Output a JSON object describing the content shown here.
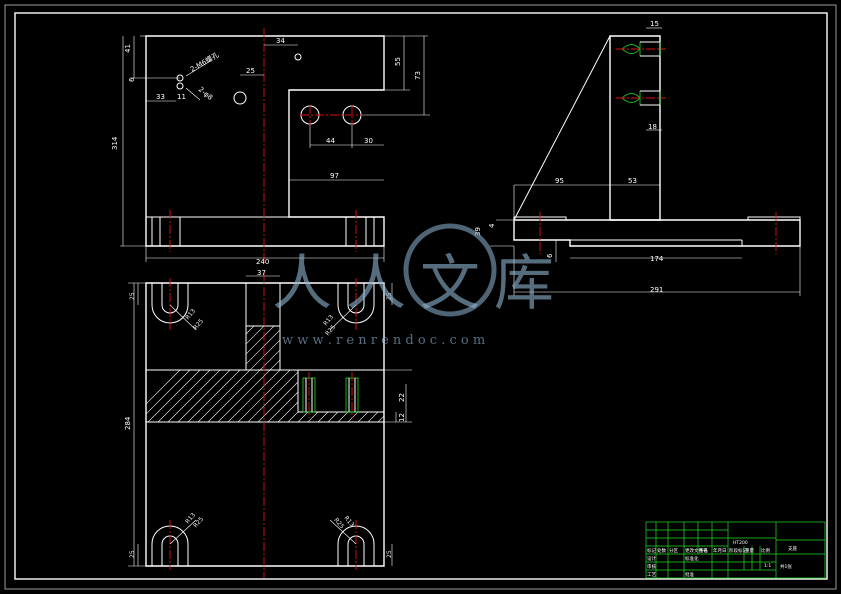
{
  "drawing": {
    "front_view": {
      "dims": [
        "41",
        "6",
        "33",
        "11",
        "2-M6螺孔",
        "2-φ8",
        "34",
        "25",
        "55",
        "73",
        "44",
        "30",
        "97",
        "314",
        "240"
      ]
    },
    "side_view": {
      "dims": [
        "15",
        "18",
        "95",
        "53",
        "4",
        "39",
        "6",
        "174",
        "291"
      ]
    },
    "bottom_view": {
      "dims": [
        "37",
        "25",
        "R13",
        "R25",
        "R25",
        "R13",
        "25",
        "284",
        "22",
        "12",
        "R13",
        "R25",
        "R25",
        "R13",
        "25",
        "25"
      ]
    },
    "title_block": {
      "part_name": "支座",
      "material": "HT200",
      "scale": "1:1",
      "sheet": "共1张",
      "cells": [
        "标记",
        "处数",
        "分区",
        "更改文件号",
        "签名",
        "年月日",
        "设计",
        "标准化",
        "审核",
        "工艺",
        "批准",
        "阶段标记",
        "重量",
        "比例"
      ]
    },
    "watermark": {
      "text": "人人文库",
      "url": "w w w . r e n r e n d o c . c o m"
    },
    "colors": {
      "background": "#000000",
      "outline": "#ffffff",
      "centerline": "#e01010",
      "hidden_thread": "#22dd22",
      "watermark": "#8fb6d3"
    }
  }
}
